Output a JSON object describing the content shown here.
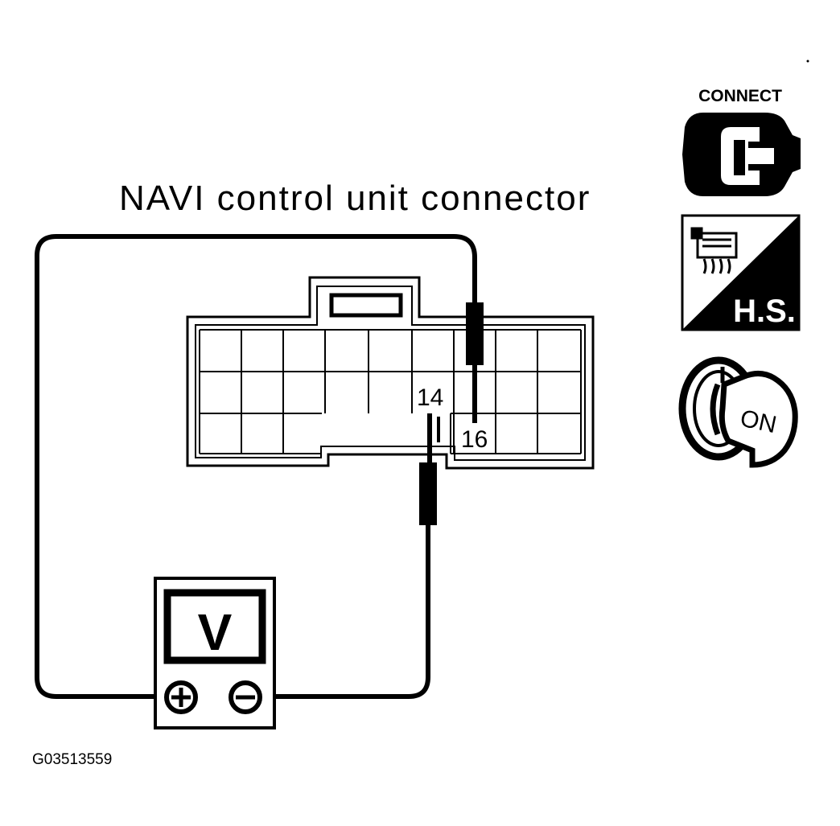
{
  "diagram": {
    "title": "NAVI control unit connector",
    "figure_id": "G03513559",
    "terminals": {
      "a": "14",
      "b": "16"
    },
    "meter": {
      "label": "V",
      "plus": "+",
      "minus": "−"
    }
  },
  "icons": {
    "connect": {
      "label": "CONNECT",
      "name": "connect-icon"
    },
    "harness_side": {
      "label": "H.S.",
      "name": "harness-side-icon"
    },
    "ignition": {
      "label": "ON",
      "name": "ignition-on-icon"
    }
  },
  "colors": {
    "ink": "#000000",
    "paper": "#ffffff"
  }
}
